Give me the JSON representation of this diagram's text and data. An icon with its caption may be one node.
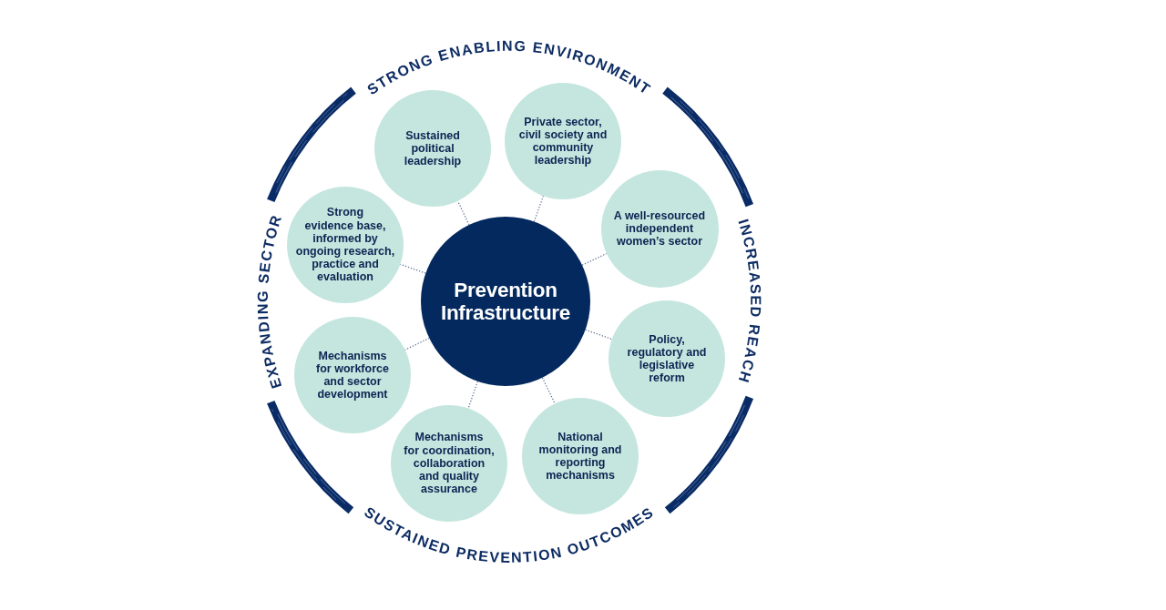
{
  "diagram": {
    "nodes": [
      {
        "text": [
          "Prevention Infrastructure"
        ]
      },
      {
        "text": [
          "Sustained political leadership"
        ]
      },
      {
        "text": [
          "Private sector, civil society and community leadership"
        ]
      },
      {
        "text": [
          "A well-resourced independent women’s sector"
        ]
      },
      {
        "text": [
          "Policy, regulatory and legislative reform"
        ]
      },
      {
        "text": [
          "National monitoring and reporting mechanisms"
        ]
      },
      {
        "text": [
          "Mechanisms for coordination, collaboration and quality assurance"
        ]
      },
      {
        "text": [
          "Mechanisms for workforce and sector development"
        ]
      },
      {
        "text": [
          "Strong evidence base, informed by ongoing research, practice and evaluation"
        ]
      }
    ],
    "edges": [
      {
        "from": 0,
        "to": 1,
        "arrow": "none",
        "style": "dashed"
      },
      {
        "from": 0,
        "to": 2,
        "arrow": "none",
        "style": "dashed"
      },
      {
        "from": 0,
        "to": 3,
        "arrow": "none",
        "style": "dashed"
      },
      {
        "from": 0,
        "to": 4,
        "arrow": "none",
        "style": "dashed"
      },
      {
        "from": 0,
        "to": 5,
        "arrow": "none",
        "style": "dashed"
      },
      {
        "from": 0,
        "to": 6,
        "arrow": "none",
        "style": "dashed"
      },
      {
        "from": 0,
        "to": 7,
        "arrow": "none",
        "style": "dashed"
      },
      {
        "from": 0,
        "to": 8,
        "arrow": "none",
        "style": "dashed"
      }
    ],
    "labels": [
      "STRONG ENABLING ENVIRONMENT",
      "EXPANDING SECTOR",
      "INCREASED REACH",
      "SUSTAINED PREVENTION OUTCOMES"
    ]
  }
}
